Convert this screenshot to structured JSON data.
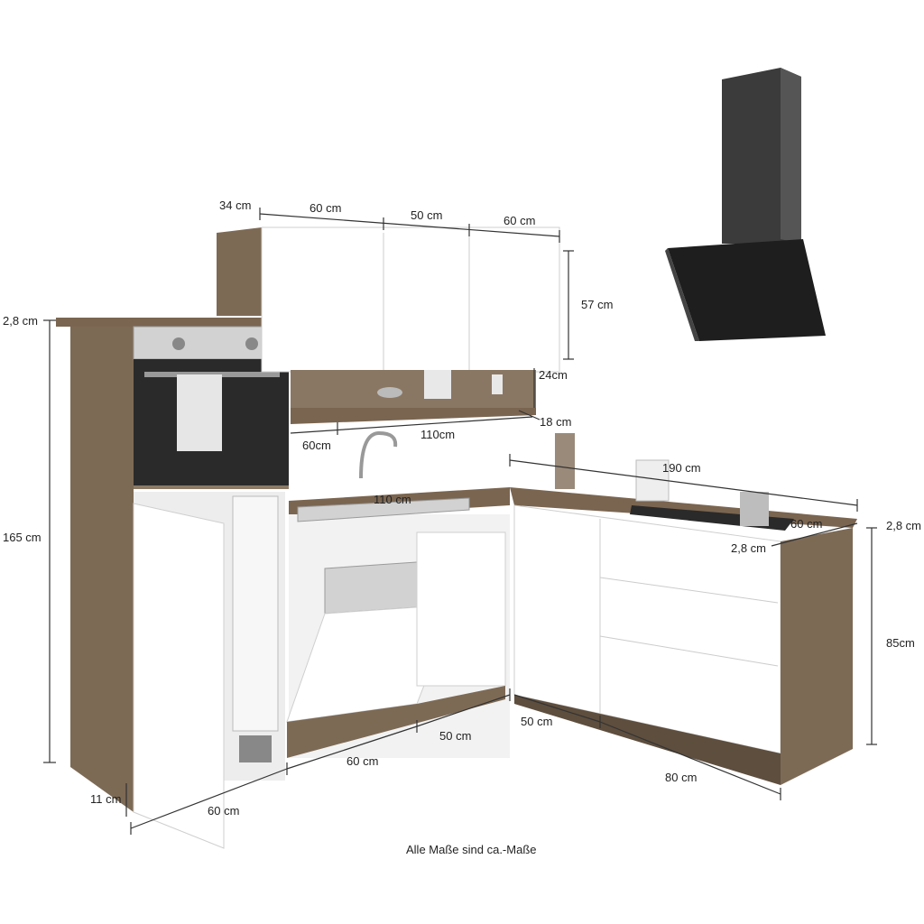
{
  "dimensions": {
    "top_34": "34 cm",
    "top_60": "60 cm",
    "top_50": "50 cm",
    "top_60b": "60 cm",
    "wall_57": "57 cm",
    "shelf_24": "24cm",
    "shelf_18": "18 cm",
    "shelf_60": "60cm",
    "shelf_110": "110cm",
    "sink_110": "110 cm",
    "worktop_190": "190 cm",
    "side_60": "60 cm",
    "thick_28_left": "2,8 cm",
    "thick_28_right": "2,8 cm",
    "thick_28_front": "2,8 cm",
    "height_165": "165 cm",
    "height_85": "85cm",
    "plinth_11": "11 cm",
    "bottom_60_left": "60 cm",
    "bottom_60_mid": "60 cm",
    "bottom_50_a": "50 cm",
    "bottom_50_b": "50 cm",
    "bottom_80": "80 cm"
  },
  "note": "Alle Maße sind ca.-Maße",
  "colors": {
    "wood": "#7d6a55",
    "front": "#ffffff",
    "steel": "#d2d2d2",
    "glass": "#2a2a2a"
  }
}
